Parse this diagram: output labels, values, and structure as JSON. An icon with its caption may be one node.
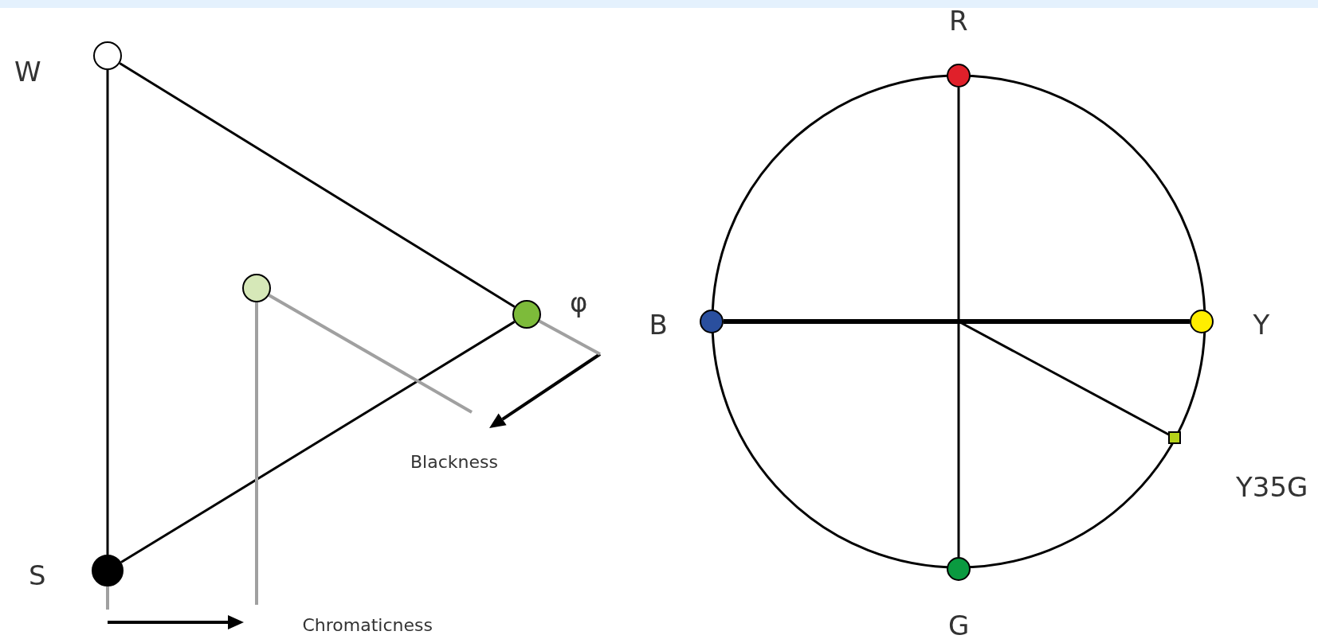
{
  "diagram": {
    "nodes": [
      {
        "text": [
          "W"
        ]
      },
      {
        "text": [
          "S"
        ]
      },
      {
        "text": [
          "φ"
        ]
      },
      {
        "text": [],
        "shape": "circle"
      },
      {
        "text": [
          "R"
        ]
      },
      {
        "text": [
          "B"
        ]
      },
      {
        "text": [
          "Y"
        ]
      },
      {
        "text": [
          "G"
        ]
      },
      {
        "text": [
          "Y35G"
        ]
      }
    ],
    "edges": [
      {
        "from": 0,
        "to": 1,
        "arrow": "none"
      },
      {
        "from": 0,
        "to": 2,
        "arrow": "none"
      },
      {
        "from": 1,
        "to": 2,
        "arrow": "none"
      },
      {
        "from": 3,
        "to": null,
        "arrow": "none",
        "color": "#a0a0a0"
      },
      {
        "from": 3,
        "to": null,
        "arrow": "none",
        "color": "#a0a0a0"
      },
      {
        "from": 2,
        "to": null,
        "arrow": "none",
        "color": "#a0a0a0"
      },
      {
        "from": 4,
        "to": 7,
        "arrow": "none"
      },
      {
        "from": 5,
        "to": 6,
        "arrow": "none",
        "style": "thick"
      },
      {
        "from": null,
        "to": 8,
        "arrow": "none"
      }
    ],
    "labels": [
      "Blackness",
      "Chromaticness"
    ]
  }
}
